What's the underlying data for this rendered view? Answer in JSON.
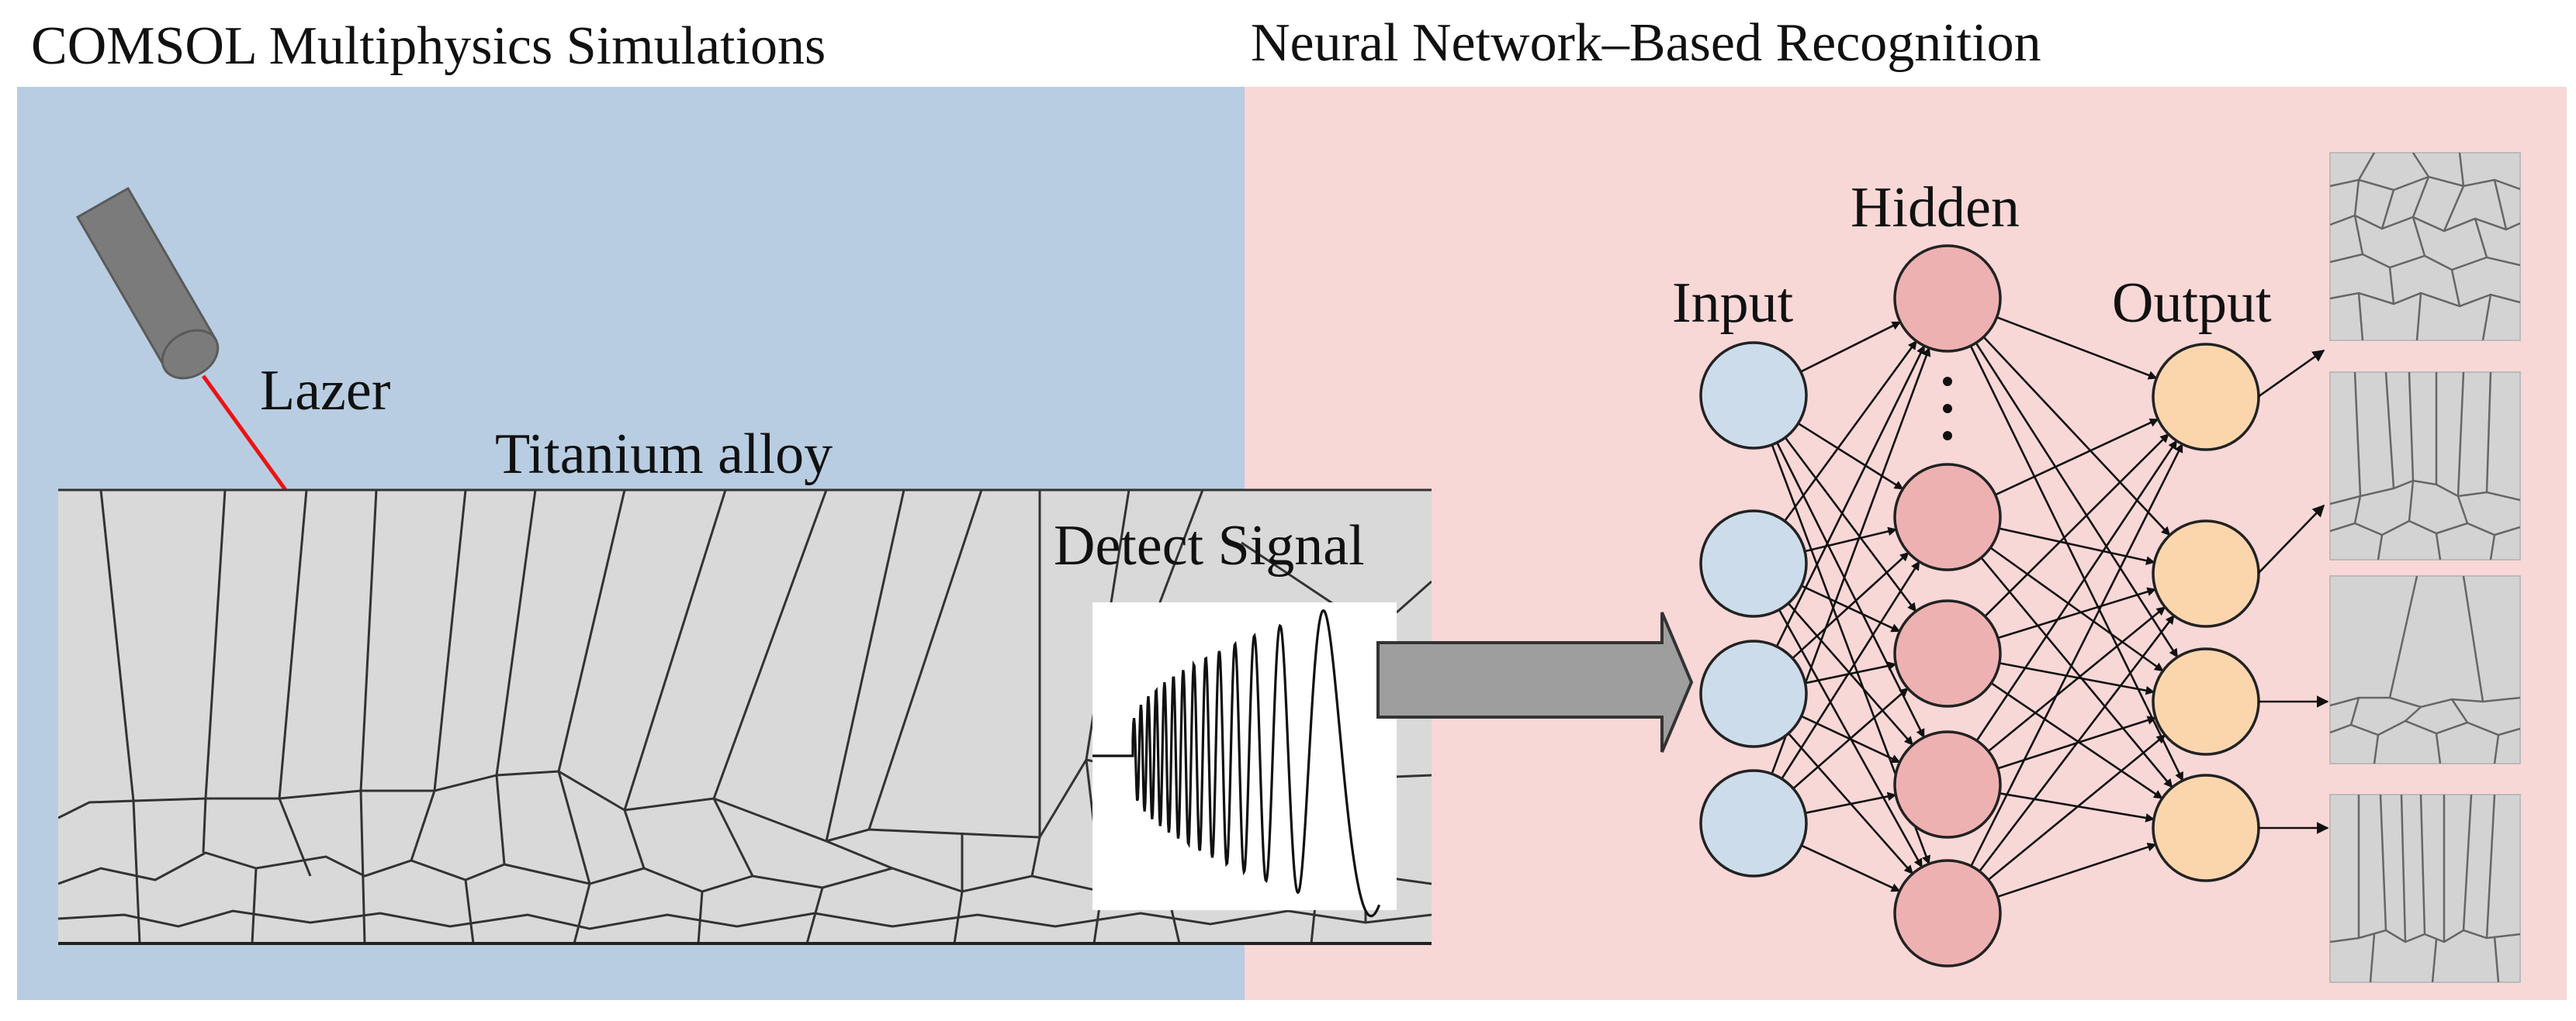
{
  "sections": {
    "simulation_title": "COMSOL Multiphysics Simulations",
    "recognition_title": "Neural Network–Based Recognition"
  },
  "labels": {
    "laser": "Lazer",
    "material": "Titanium alloy",
    "signal": "Detect Signal"
  },
  "network": {
    "input_label": "Input",
    "hidden_label": "Hidden",
    "output_label": "Output",
    "input_nodes": 4,
    "hidden_nodes": 5,
    "output_nodes": 4
  },
  "colors": {
    "simulation_bg": "#b8cde2",
    "recognition_bg": "#f8d7d7",
    "sample_fill": "#d9d9d9",
    "input_node": "#ccdcea",
    "hidden_node": "#eeb1b1",
    "output_node": "#fbd6ad",
    "laser_beam": "#ee1111",
    "arrow_fill": "#9e9e9e",
    "micro_bg": "#d3d3d3"
  }
}
